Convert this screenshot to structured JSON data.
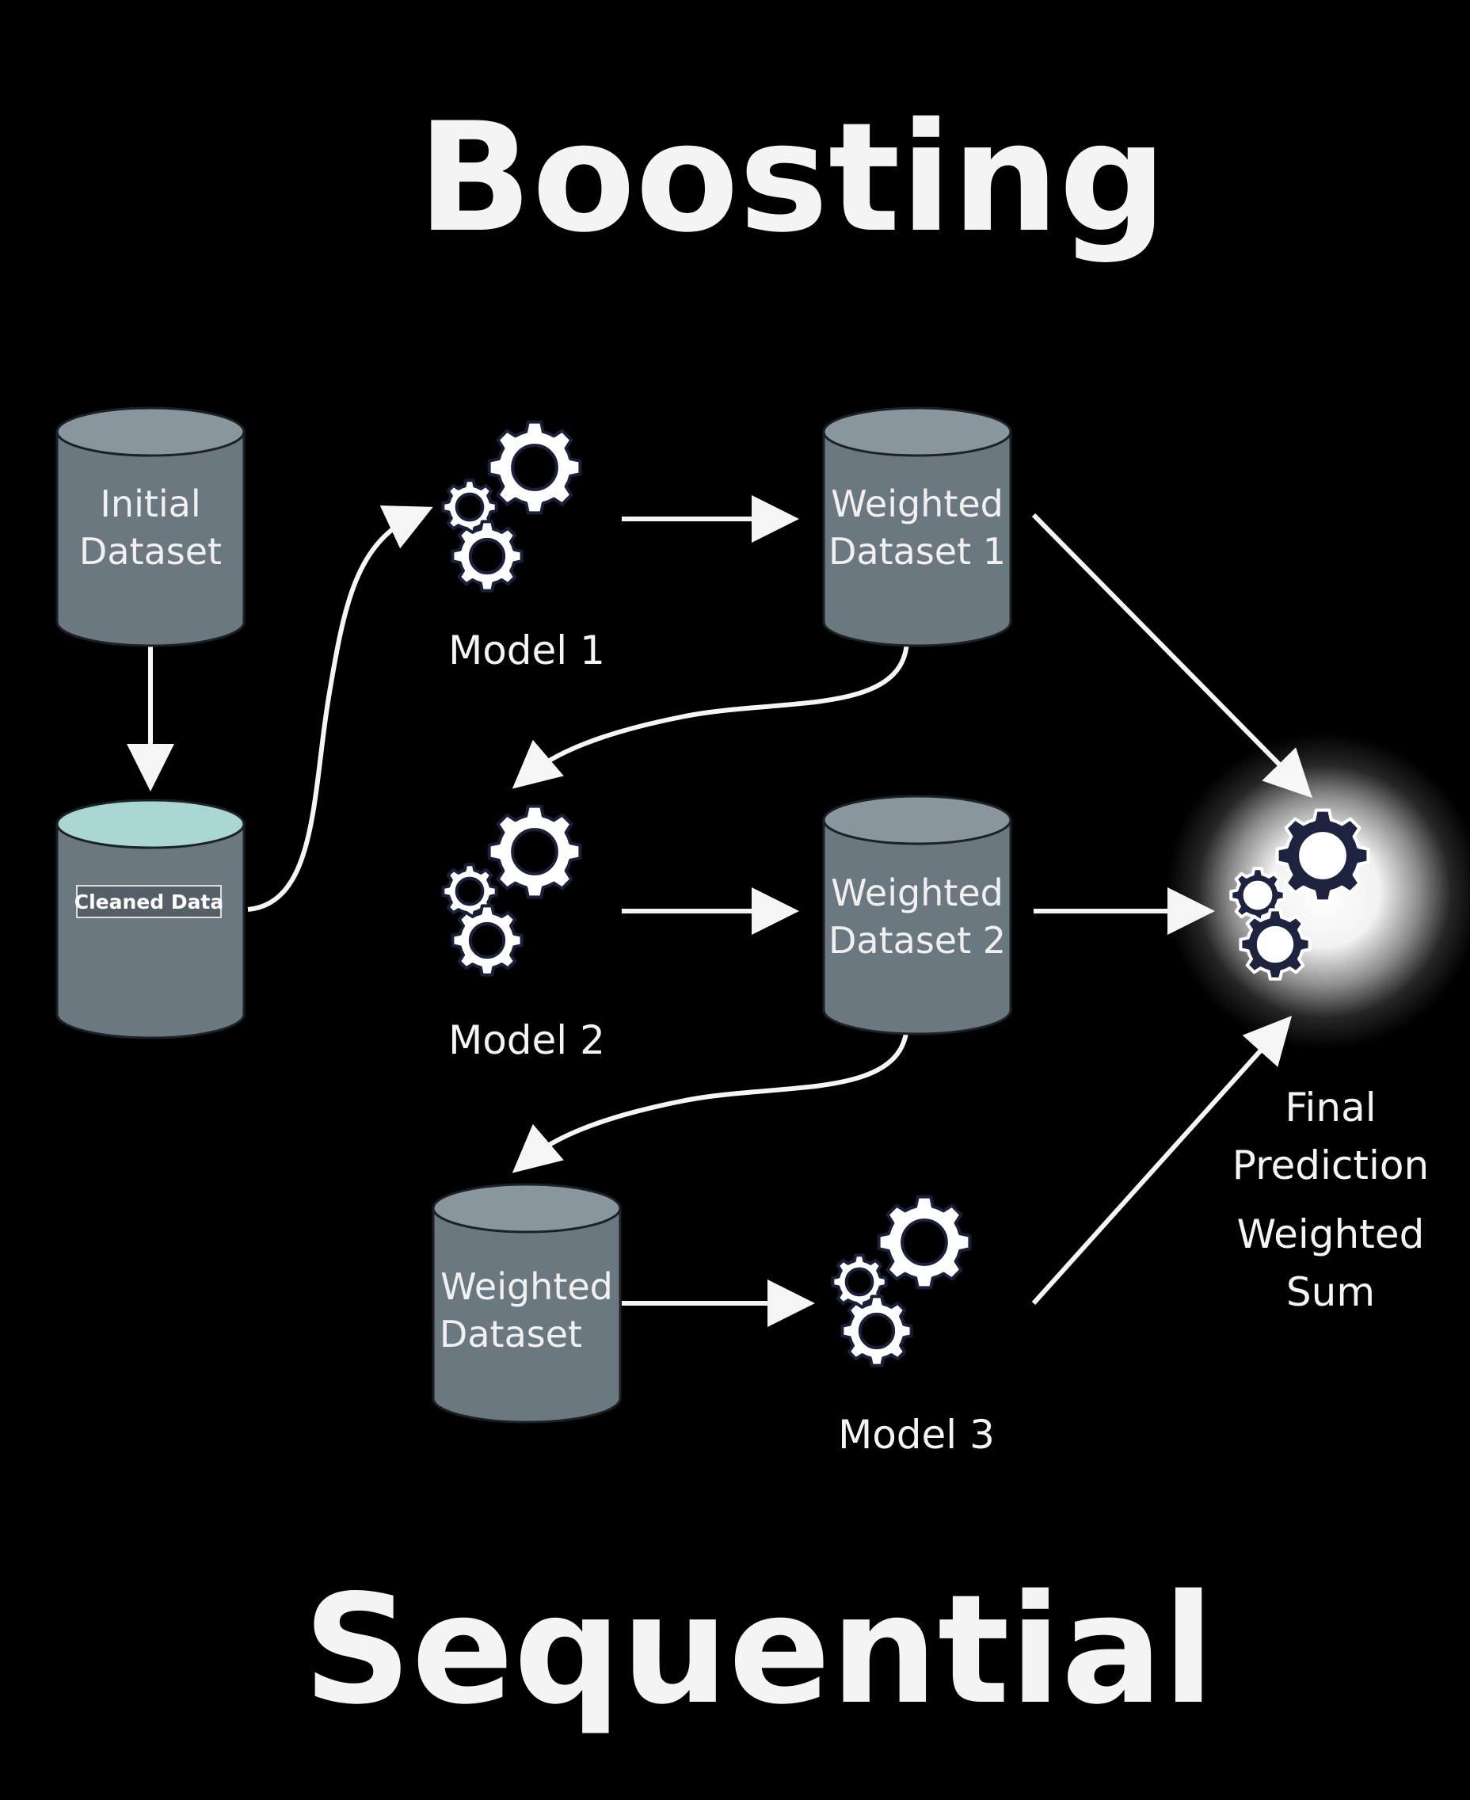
{
  "title": "Boosting",
  "footer": "Sequential",
  "colors": {
    "background": "#000000",
    "cylinder_body": "#6b7880",
    "cylinder_top": "#8a969e",
    "cleaned_top": "#a9d6d0",
    "gear_light_fill": "#ffffff",
    "gear_light_stroke": "#1a1f3a",
    "gear_dark_fill": "#1e2440",
    "gear_dark_stroke": "#ffffff",
    "arrow": "#f5f5f5",
    "glow": "#ffffff"
  },
  "datasets": {
    "initial": {
      "line1": "Initial",
      "line2": "Dataset"
    },
    "cleaned": {
      "label": "Cleaned Data"
    },
    "weighted1": {
      "line1": "Weighted",
      "line2": "Dataset 1"
    },
    "weighted2": {
      "line1": "Weighted",
      "line2": "Dataset 2"
    },
    "weighted3": {
      "line1": "Weighted",
      "line2": "Dataset"
    }
  },
  "models": {
    "model1": {
      "label": "Model 1",
      "icon": "gears-icon"
    },
    "model2": {
      "label": "Model 2",
      "icon": "gears-icon"
    },
    "model3": {
      "label": "Model 3",
      "icon": "gears-icon"
    }
  },
  "final": {
    "icon": "gears-icon",
    "line1": "Final",
    "line2": "Prediction",
    "line3": "Weighted",
    "line4": "Sum"
  }
}
